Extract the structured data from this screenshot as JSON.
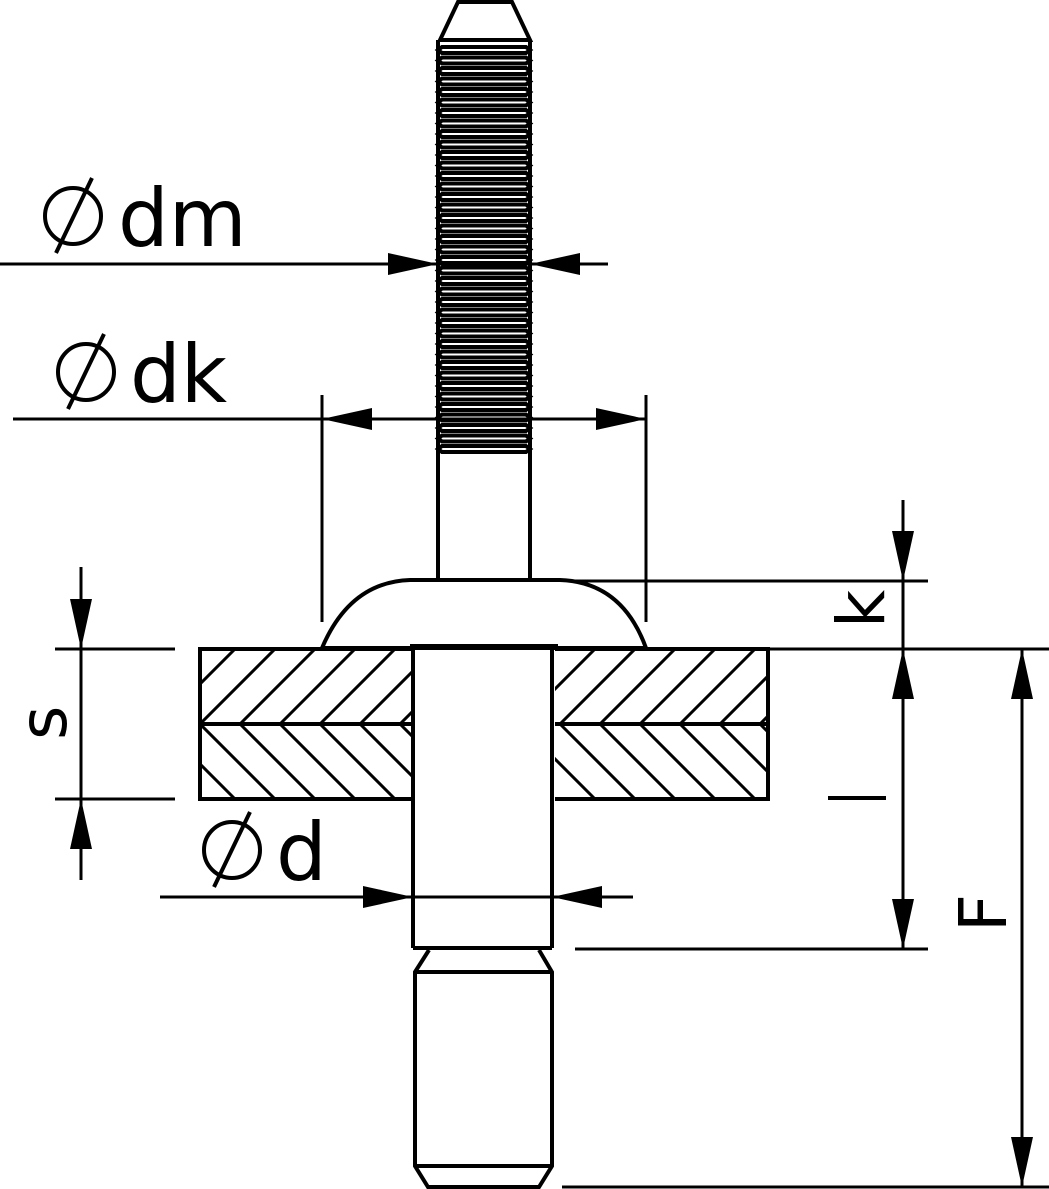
{
  "colors": {
    "line": "#000000",
    "background": "#ffffff"
  },
  "diameter_symbol": "Ø",
  "labels": {
    "dm": "dm",
    "dk": "dk",
    "d": "d",
    "k": "k",
    "s": "s",
    "l": "l",
    "F": "F"
  }
}
